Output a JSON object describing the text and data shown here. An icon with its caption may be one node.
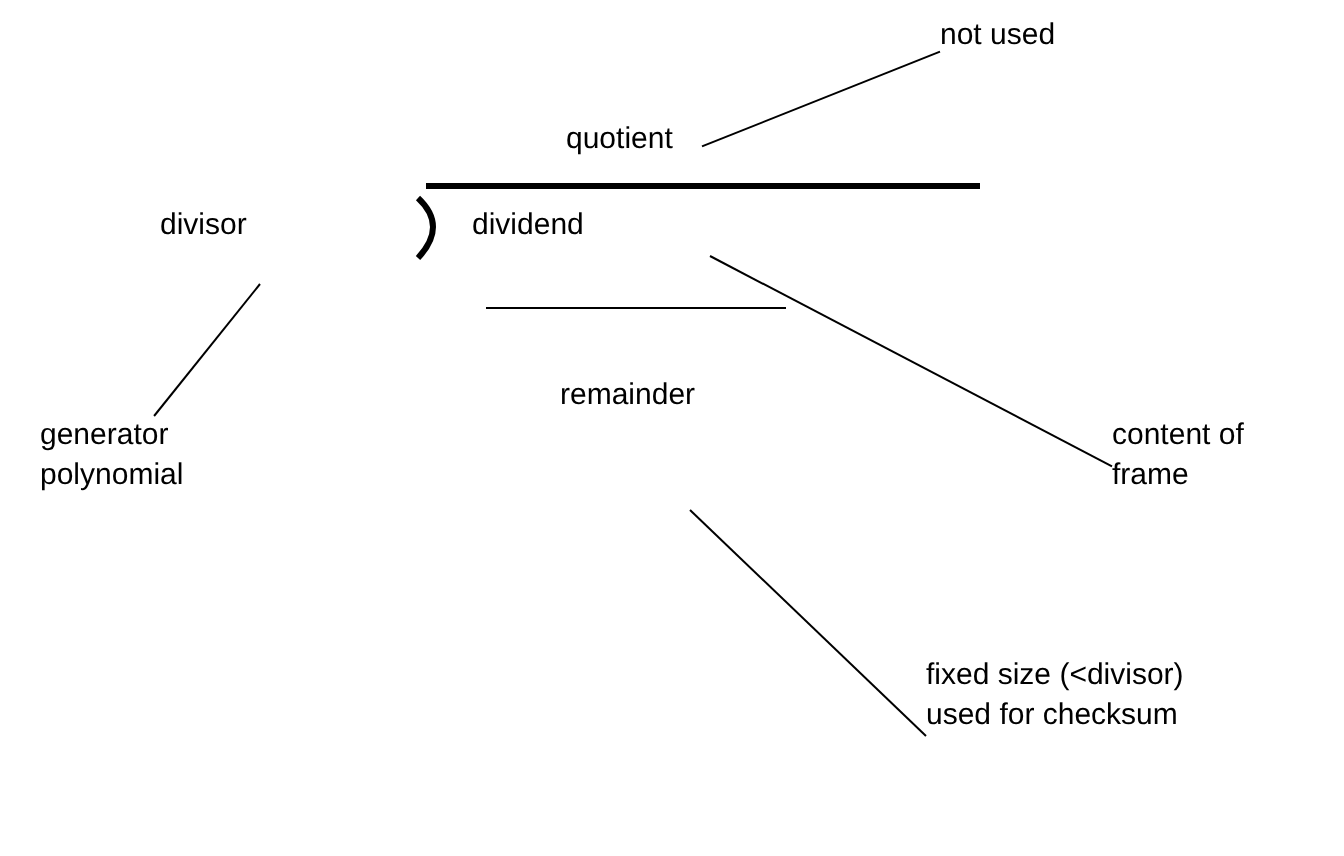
{
  "diagram": {
    "nodes": [
      {
        "text": [
          "not used"
        ]
      },
      {
        "text": [
          "quotient"
        ]
      },
      {
        "text": [
          "divisor"
        ]
      },
      {
        "text": [
          "dividend"
        ]
      },
      {
        "text": [
          "remainder"
        ]
      },
      {
        "text": [
          "generator polynomial"
        ]
      },
      {
        "text": [
          "content of frame"
        ]
      },
      {
        "text": [
          "fixed size (<divisor) used for checksum"
        ]
      }
    ],
    "edges": [
      {
        "from": 0,
        "to": 1,
        "arrow": "none"
      },
      {
        "from": 2,
        "to": 5,
        "arrow": "none"
      },
      {
        "from": 3,
        "to": 6,
        "arrow": "none"
      },
      {
        "from": 4,
        "to": 7,
        "arrow": "none"
      }
    ]
  }
}
